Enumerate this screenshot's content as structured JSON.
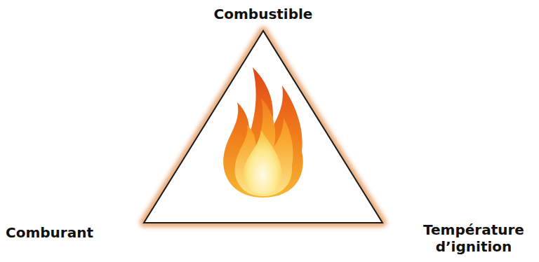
{
  "diagram": {
    "labels": [
      "Combustible",
      "Comburant",
      "Température d’ignition"
    ]
  }
}
